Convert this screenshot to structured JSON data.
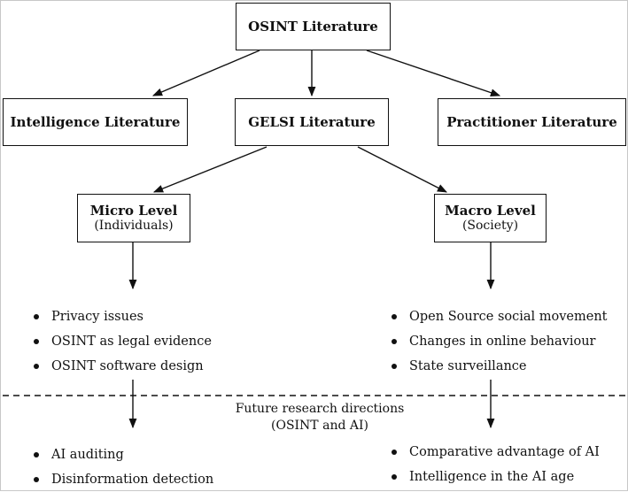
{
  "nodes": {
    "osint": {
      "title": "OSINT Literature"
    },
    "intelligence": {
      "title": "Intelligence Literature"
    },
    "gelsi": {
      "title": "GELSI Literature"
    },
    "practitioner": {
      "title": "Practitioner Literature"
    },
    "micro": {
      "title": "Micro Level",
      "subtitle": "(Individuals)"
    },
    "macro": {
      "title": "Macro Level",
      "subtitle": "(Society)"
    }
  },
  "micro_items": [
    "Privacy issues",
    "OSINT as legal evidence",
    "OSINT software design"
  ],
  "macro_items": [
    "Open Source social movement",
    "Changes in online behaviour",
    "State surveillance"
  ],
  "future": {
    "line1": "Future research directions",
    "line2": "(OSINT and AI)",
    "micro_items": [
      "AI auditing",
      "Disinformation detection"
    ],
    "macro_items": [
      "Comparative advantage of AI",
      "Intelligence in the AI age"
    ]
  },
  "colors": {
    "stroke": "#111111",
    "background": "#ffffff",
    "frame": "#c8c8c8"
  }
}
